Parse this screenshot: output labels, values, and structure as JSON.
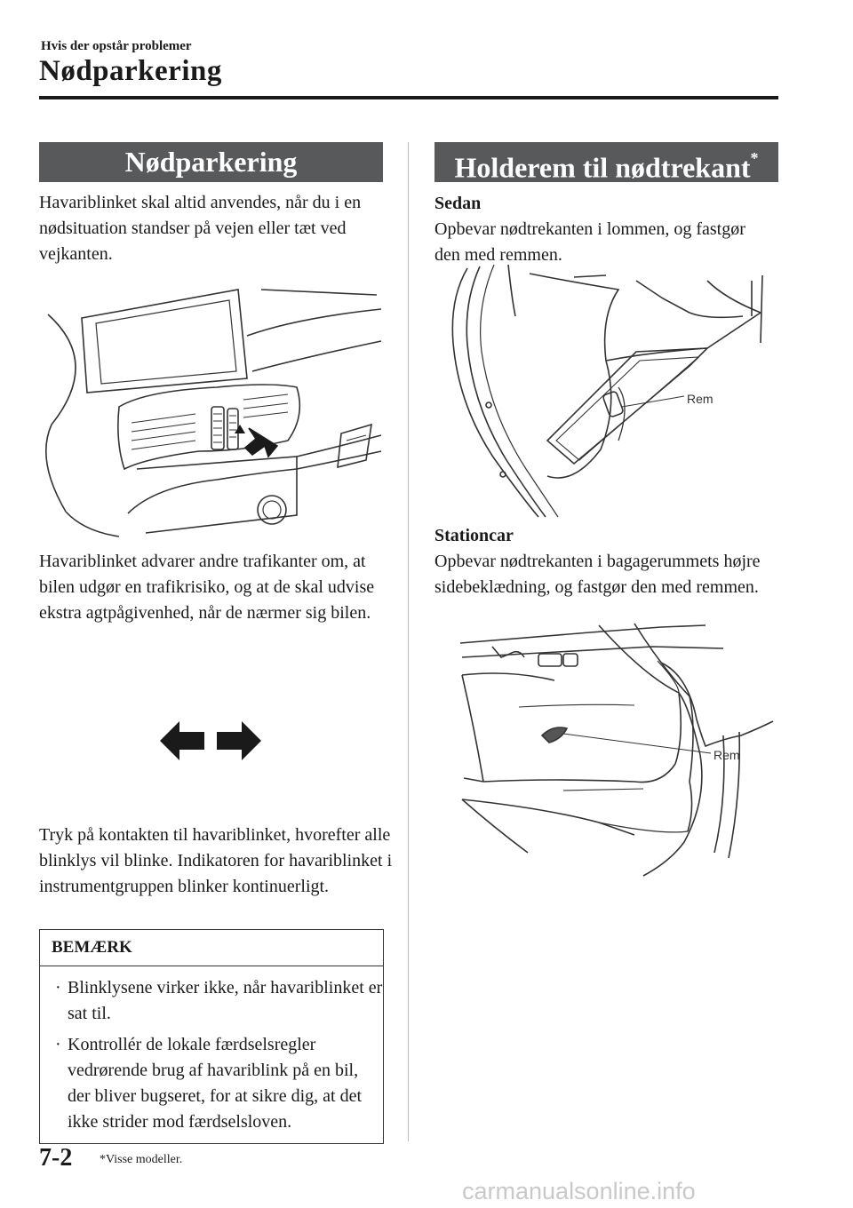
{
  "header": {
    "chapter": "Hvis der opstår problemer",
    "title": "Nødparkering"
  },
  "left": {
    "banner": "Nødparkering",
    "intro": "Havariblinket skal altid anvendes, når du i en nødsituation standser på vejen eller tæt ved vejkanten.",
    "warning_text": "Havariblinket advarer andre trafikanter om, at bilen udgør en trafikrisiko, og at de skal udvise ekstra agtpågivenhed, når de nærmer sig bilen.",
    "press_text": "Tryk på kontakten til havariblinket, hvorefter alle blinklys vil blinke. Indikatoren for havariblinket i instrumentgruppen blinker kontinuerligt.",
    "note": {
      "heading": "BEMÆRK",
      "items": [
        "Blinklysene virker ikke, når havariblinket er sat til.",
        "Kontrollér de lokale færdselsregler vedrørende brug af havariblink på en bil, der bliver bugseret, for at sikre dig, at det ikke strider mod færdselsloven."
      ]
    }
  },
  "right": {
    "banner": "Holderem til nødtrekant",
    "banner_mark": "*",
    "sedan_heading": "Sedan",
    "sedan_text": "Opbevar nødtrekanten i lommen, og fastgør den med remmen.",
    "sedan_callout": "Rem",
    "wagon_heading": "Stationcar",
    "wagon_text": "Opbevar nødtrekanten i bagagerummets højre sidebeklædning, og fastgør den med remmen.",
    "wagon_callout": "Rem"
  },
  "footer": {
    "page_number": "7-2",
    "footnote": "*Visse modeller.",
    "watermark": "carmanualsonline.info"
  }
}
